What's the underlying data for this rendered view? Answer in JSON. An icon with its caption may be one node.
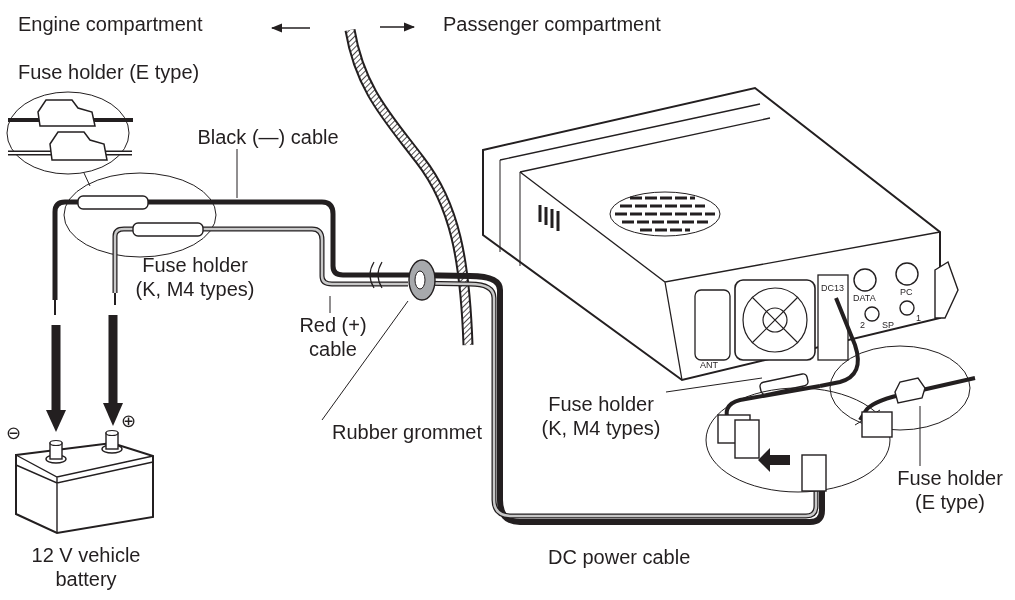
{
  "diagram": {
    "nodes": [
      {
        "text": [
          "Black (—) cable"
        ]
      },
      {
        "text": [
          "Red (+) cable"
        ]
      },
      {
        "text": [
          "Rubber grommet"
        ]
      },
      {
        "text": [
          "Fuse holder (K, M4 types)"
        ]
      },
      {
        "text": [
          "Fuse holder (E type)"
        ]
      },
      {
        "text": [],
        "shape": "circle"
      }
    ],
    "edges": [
      {
        "from": 0,
        "to": null,
        "arrow": "none"
      },
      {
        "from": 1,
        "to": null,
        "arrow": "none"
      },
      {
        "from": 2,
        "to": 5,
        "arrow": "none"
      },
      {
        "from": 3,
        "to": null,
        "arrow": "none"
      },
      {
        "from": 4,
        "to": null,
        "arrow": "none"
      }
    ],
    "labels": [
      "Engine compartment",
      "Passenger compartment",
      "Fuse holder (E type)",
      "Fuse holder (K, M4 types)",
      "⊖",
      "⊕",
      "12 V vehicle battery",
      "DC power cable",
      "DC13",
      "DATA",
      "PC",
      "ANT",
      "2",
      "SP",
      "1"
    ]
  }
}
